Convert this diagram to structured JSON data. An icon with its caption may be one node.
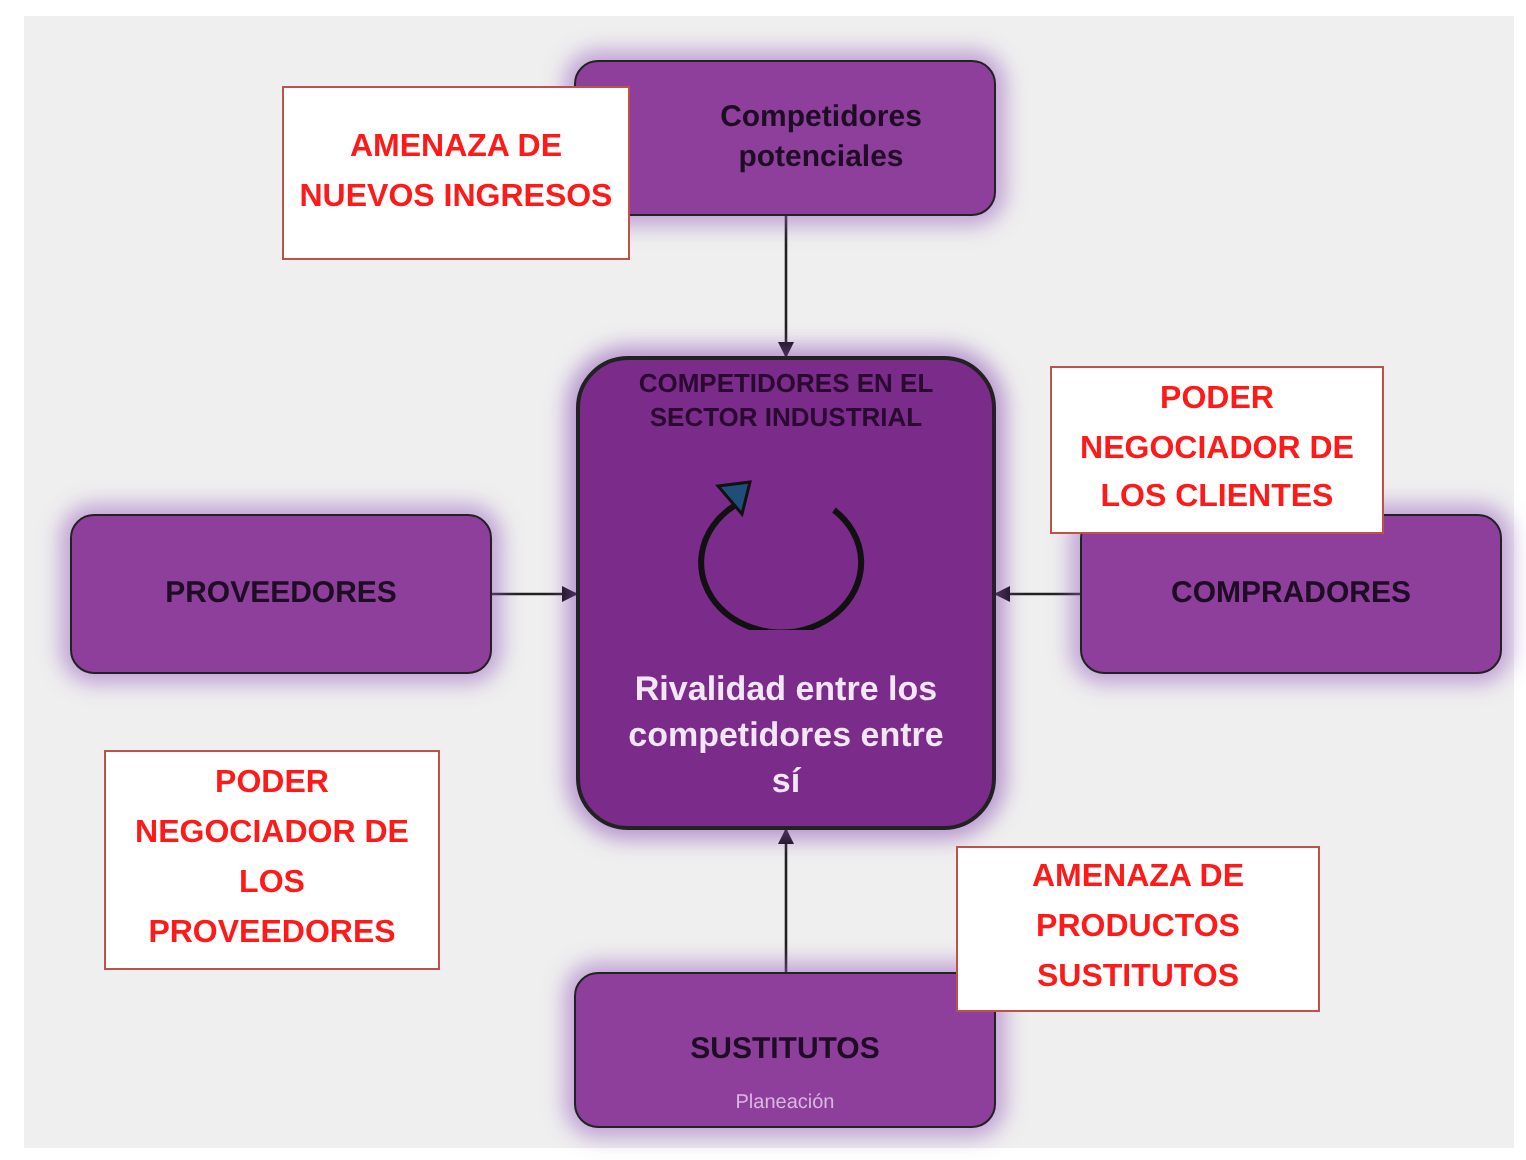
{
  "diagram": {
    "nodes": [
      {
        "text": [
          "Competidores potenciales"
        ]
      },
      {
        "text": [
          "COMPETIDORES EN EL SECTOR INDUSTRIAL",
          "Rivalidad  entre los competidores entre sí"
        ]
      },
      {
        "text": [
          "PROVEEDORES"
        ]
      },
      {
        "text": [
          "COMPRADORES"
        ]
      },
      {
        "text": [
          "SUSTITUTOS",
          "Planeación"
        ]
      },
      {
        "text": [
          "AMENAZA DE NUEVOS INGRESOS"
        ]
      },
      {
        "text": [
          "PODER NEGOCIADOR DE LOS CLIENTES"
        ]
      },
      {
        "text": [
          "PODER NEGOCIADOR DE LOS PROVEEDORES"
        ]
      },
      {
        "text": [
          "AMENAZA DE PRODUCTOS SUSTITUTOS"
        ]
      }
    ],
    "edges": [
      {
        "from": 0,
        "to": 1,
        "arrow": "to"
      },
      {
        "from": 2,
        "to": 1,
        "arrow": "to"
      },
      {
        "from": 3,
        "to": 1,
        "arrow": "to"
      },
      {
        "from": 4,
        "to": 1,
        "arrow": "to"
      }
    ]
  }
}
